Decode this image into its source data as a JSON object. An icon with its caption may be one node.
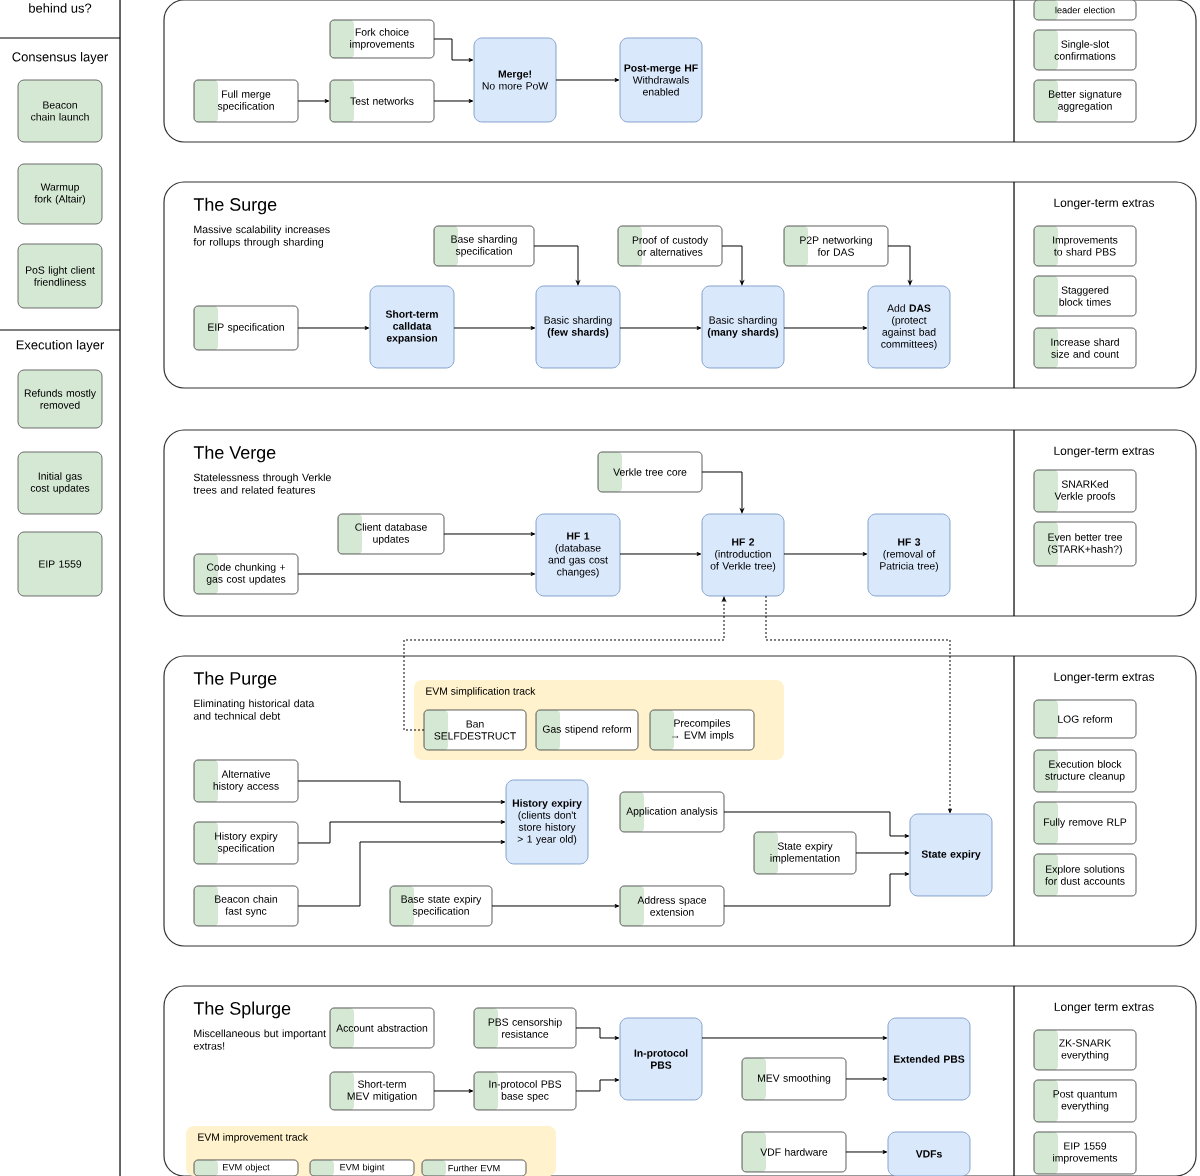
{
  "diagram": {
    "nodes": [
      {
        "text": [
          "Beacon chain launch"
        ]
      },
      {
        "text": [
          "Warmup fork (Altair)"
        ]
      },
      {
        "text": [
          "PoS light client friendliness"
        ]
      },
      {
        "text": [
          "Refunds mostly removed"
        ]
      },
      {
        "text": [
          "Initial gas cost updates"
        ]
      },
      {
        "text": [
          "EIP 1559"
        ]
      },
      {
        "text": [],
        "shape": "box"
      },
      {
        "text": [
          "Fork choice improvements"
        ],
        "in": 6
      },
      {
        "text": [
          "Full merge specification"
        ],
        "in": 6
      },
      {
        "text": [
          "Test networks"
        ],
        "in": 6
      },
      {
        "text": [
          "Merge!",
          "No more PoW"
        ],
        "in": 6
      },
      {
        "text": [
          "Post-merge HF",
          "Withdrawals enabled"
        ],
        "in": 6
      },
      {
        "text": [
          "leader election"
        ],
        "in": 6
      },
      {
        "text": [
          "Single-slot confirmations"
        ],
        "in": 6
      },
      {
        "text": [
          "Better signature aggregation"
        ],
        "in": 6
      },
      {
        "text": [
          "The Surge",
          "Massive scalability increases for rollups through sharding",
          "Longer-term extras"
        ]
      },
      {
        "text": [
          "Base sharding specification"
        ],
        "in": 15
      },
      {
        "text": [
          "Proof of custody or alternatives"
        ],
        "in": 15
      },
      {
        "text": [
          "P2P networking for DAS"
        ],
        "in": 15
      },
      {
        "text": [
          "EIP specification"
        ],
        "in": 15
      },
      {
        "text": [
          "Short-term calldata expansion"
        ],
        "in": 15
      },
      {
        "text": [
          "Basic sharding **(few shards)**"
        ],
        "in": 15
      },
      {
        "text": [
          "Basic sharding **(many shards)**"
        ],
        "in": 15
      },
      {
        "text": [
          "Add **DAS** (protect against bad committees)"
        ],
        "in": 15
      },
      {
        "text": [
          "Improvements to shard PBS"
        ],
        "in": 15
      },
      {
        "text": [
          "Staggered block times"
        ],
        "in": 15
      },
      {
        "text": [
          "Increase shard size and count"
        ],
        "in": 15
      },
      {
        "text": [
          "The Verge",
          "Statelessness through Verkle trees and related features",
          "Longer-term extras"
        ]
      },
      {
        "text": [
          "Verkle tree core"
        ],
        "in": 27
      },
      {
        "text": [
          "Client database updates"
        ],
        "in": 27
      },
      {
        "text": [
          "Code chunking + gas cost updates"
        ],
        "in": 27
      },
      {
        "text": [
          "HF 1",
          "(database and gas cost changes)"
        ],
        "in": 27
      },
      {
        "text": [
          "HF 2",
          "(introduction of Verkle tree)"
        ],
        "in": 27
      },
      {
        "text": [
          "HF 3",
          "(removal of Patricia tree)"
        ],
        "in": 27
      },
      {
        "text": [
          "SNARKed Verkle proofs"
        ],
        "in": 27
      },
      {
        "text": [
          "Even better tree (STARK+hash?)"
        ],
        "in": 27
      },
      {
        "text": [
          "The Purge",
          "Eliminating historical data and technical debt",
          "Longer-term extras"
        ]
      },
      {
        "text": [
          "EVM simplification track"
        ],
        "in": 36
      },
      {
        "text": [
          "Ban SELFDESTRUCT"
        ],
        "in": 37
      },
      {
        "text": [
          "Gas stipend reform"
        ],
        "in": 37
      },
      {
        "text": [
          "Precompiles → EVM impls"
        ],
        "in": 37
      },
      {
        "text": [
          "Alternative history access"
        ],
        "in": 36
      },
      {
        "text": [
          "History expiry specification"
        ],
        "in": 36
      },
      {
        "text": [
          "Beacon chain fast sync"
        ],
        "in": 36
      },
      {
        "text": [
          "History expiry",
          "(clients don't store history > 1 year old)"
        ],
        "in": 36
      },
      {
        "text": [
          "Application analysis"
        ],
        "in": 36
      },
      {
        "text": [
          "State expiry implementation"
        ],
        "in": 36
      },
      {
        "text": [
          "Base state expiry specification"
        ],
        "in": 36
      },
      {
        "text": [
          "Address space extension"
        ],
        "in": 36
      },
      {
        "text": [
          "State expiry"
        ],
        "in": 36
      },
      {
        "text": [
          "LOG reform"
        ],
        "in": 36
      },
      {
        "text": [
          "Execution block structure cleanup"
        ],
        "in": 36
      },
      {
        "text": [
          "Fully remove RLP"
        ],
        "in": 36
      },
      {
        "text": [
          "Explore solutions for dust accounts"
        ],
        "in": 36
      },
      {
        "text": [
          "The Splurge",
          "Miscellaneous but important extras!",
          "Longer term extras"
        ]
      },
      {
        "text": [
          "Account abstraction"
        ],
        "in": 54
      },
      {
        "text": [
          "PBS censorship resistance"
        ],
        "in": 54
      },
      {
        "text": [
          "Short-term MEV mitigation"
        ],
        "in": 54
      },
      {
        "text": [
          "In-protocol PBS base spec"
        ],
        "in": 54
      },
      {
        "text": [
          "In-protocol PBS"
        ],
        "in": 54
      },
      {
        "text": [
          "Extended PBS"
        ],
        "in": 54
      },
      {
        "text": [
          "MEV smoothing"
        ],
        "in": 54
      },
      {
        "text": [
          "EVM improvement track"
        ],
        "in": 54
      },
      {
        "text": [
          "EVM object"
        ],
        "in": 62
      },
      {
        "text": [
          "EVM bigint"
        ],
        "in": 62
      },
      {
        "text": [
          "Further EVM"
        ],
        "in": 62
      },
      {
        "text": [
          "VDF hardware"
        ],
        "in": 54
      },
      {
        "text": [
          "VDFs"
        ],
        "in": 54
      },
      {
        "text": [
          "ZK-SNARK everything"
        ],
        "in": 54
      },
      {
        "text": [
          "Post quantum everything"
        ],
        "in": 54
      },
      {
        "text": [
          "EIP 1559 improvements"
        ],
        "in": 54
      }
    ],
    "edges": [
      {
        "from": 8,
        "to": 9,
        "arrow": "to"
      },
      {
        "from": 9,
        "to": 10,
        "arrow": "to"
      },
      {
        "from": 7,
        "to": 10,
        "arrow": "to"
      },
      {
        "from": 10,
        "to": 11,
        "arrow": "to"
      },
      {
        "from": 19,
        "to": 20,
        "arrow": "to"
      },
      {
        "from": 20,
        "to": 21,
        "arrow": "to"
      },
      {
        "from": 21,
        "to": 22,
        "arrow": "to"
      },
      {
        "from": 22,
        "to": 23,
        "arrow": "to"
      },
      {
        "from": 16,
        "to": 21,
        "arrow": "to"
      },
      {
        "from": 17,
        "to": 22,
        "arrow": "to"
      },
      {
        "from": 18,
        "to": 23,
        "arrow": "to"
      },
      {
        "from": 29,
        "to": 31,
        "arrow": "to"
      },
      {
        "from": 30,
        "to": 31,
        "arrow": "to"
      },
      {
        "from": 31,
        "to": 32,
        "arrow": "to"
      },
      {
        "from": 28,
        "to": 32,
        "arrow": "to"
      },
      {
        "from": 32,
        "to": 33,
        "arrow": "to"
      },
      {
        "from": 38,
        "to": 32,
        "arrow": "to",
        "style": "dashed"
      },
      {
        "from": 32,
        "to": 49,
        "arrow": "to",
        "style": "dashed"
      },
      {
        "from": 41,
        "to": 44,
        "arrow": "to"
      },
      {
        "from": 42,
        "to": 44,
        "arrow": "to"
      },
      {
        "from": 43,
        "to": 44,
        "arrow": "to"
      },
      {
        "from": 47,
        "to": 48,
        "arrow": "to"
      },
      {
        "from": 45,
        "to": 49,
        "arrow": "to"
      },
      {
        "from": 46,
        "to": 49,
        "arrow": "to"
      },
      {
        "from": 48,
        "to": 49,
        "arrow": "to"
      },
      {
        "from": 57,
        "to": 58,
        "arrow": "to"
      },
      {
        "from": 56,
        "to": 59,
        "arrow": "to"
      },
      {
        "from": 58,
        "to": 59,
        "arrow": "to"
      },
      {
        "from": 59,
        "to": 60,
        "arrow": "to"
      },
      {
        "from": 61,
        "to": 60,
        "arrow": "to"
      },
      {
        "from": 66,
        "to": 67,
        "arrow": "to"
      }
    ],
    "labels": [
      "behind us?",
      "Consensus layer",
      "Execution layer"
    ]
  }
}
